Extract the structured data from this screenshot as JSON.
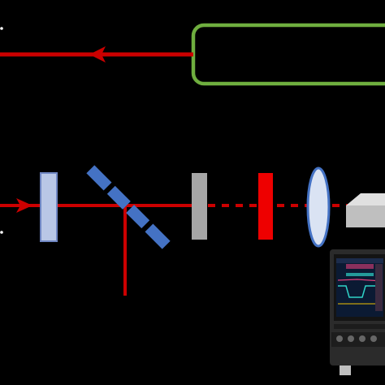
{
  "colors": {
    "background": "#000000",
    "beam": "#cc0000",
    "laser_box_outline": "#6fae3f",
    "window_fill": "#b9c7e6",
    "window_outline": "#6f86c2",
    "beamsplitter": "#4472c4",
    "neutral_density_filter": "#a6a6a6",
    "red_filter": "#ee0000",
    "lens_fill": "#dae3f3",
    "lens_outline": "#4472c4",
    "prism": "#bfbfbf",
    "oscilloscope_body": "#2b2b2b",
    "oscilloscope_screen": "#0b1a33",
    "trace_cyan": "#2fd3c8",
    "trace_magenta": "#e0407a",
    "trace_yellow": "#f2c200",
    "endpoint_marker": "#ffffff"
  },
  "components": [
    {
      "name": "laser-source",
      "icon": "rounded-rectangle-outline"
    },
    {
      "name": "return-beam",
      "icon": "arrow-left"
    },
    {
      "name": "input-beam",
      "icon": "arrow-right"
    },
    {
      "name": "glass-window",
      "icon": "vertical-plate"
    },
    {
      "name": "beam-splitter",
      "icon": "dashed-diagonal-plate"
    },
    {
      "name": "reflected-beam",
      "icon": "vertical-line"
    },
    {
      "name": "sample-plate",
      "icon": "vertical-plate"
    },
    {
      "name": "red-filter",
      "icon": "vertical-plate"
    },
    {
      "name": "focusing-lens",
      "icon": "biconvex-lens"
    },
    {
      "name": "detector-prism",
      "icon": "prism"
    },
    {
      "name": "oscilloscope",
      "icon": "oscilloscope"
    }
  ]
}
